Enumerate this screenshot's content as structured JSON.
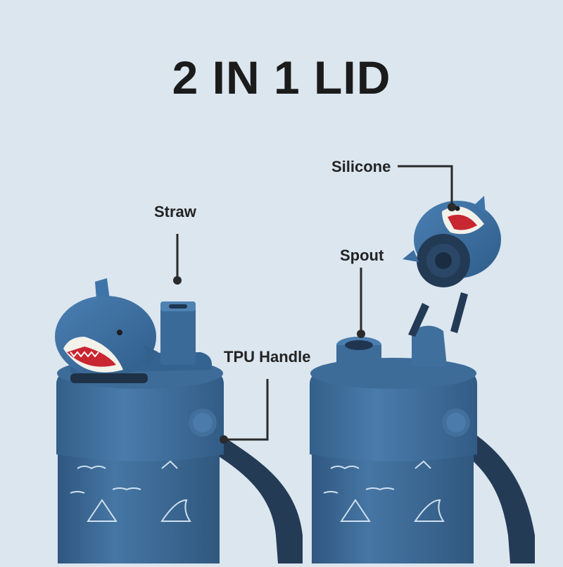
{
  "title": "2 IN 1 LID",
  "callouts": {
    "straw": "Straw",
    "tpu_handle": "TPU Handle",
    "spout": "Spout",
    "silicone": "Silicone"
  },
  "colors": {
    "background": "#dbe6ef",
    "bottle_body": "#3b6690",
    "bottle_lid": "#3f6f9c",
    "handle": "#27405c",
    "shark": "#3d6ea0",
    "shark_belly": "#f2f1ea",
    "shark_mouth": "#c82631",
    "callout_line": "#2a2a2a"
  },
  "icons": [
    "shark-icon",
    "fin-icon",
    "boat-icon"
  ]
}
